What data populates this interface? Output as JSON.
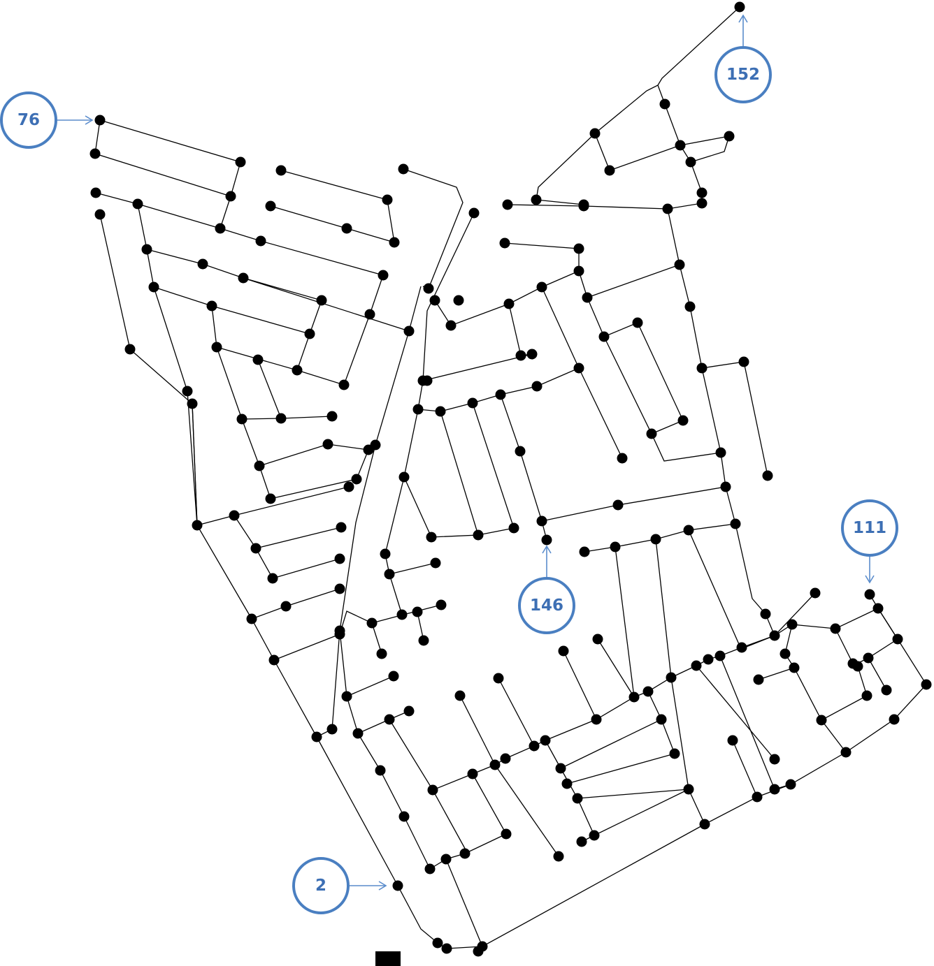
{
  "diagram": {
    "type": "pipe-network",
    "colors": {
      "pipe": "#000000",
      "node": "#000000",
      "callout": "#4a7fc1",
      "callout_text": "#3d6fb4"
    },
    "labels": [
      {
        "id": "label-76",
        "text": "76"
      },
      {
        "id": "label-152",
        "text": "152"
      },
      {
        "id": "label-111",
        "text": "111"
      },
      {
        "id": "label-146",
        "text": "146"
      },
      {
        "id": "label-2",
        "text": "2"
      }
    ]
  }
}
